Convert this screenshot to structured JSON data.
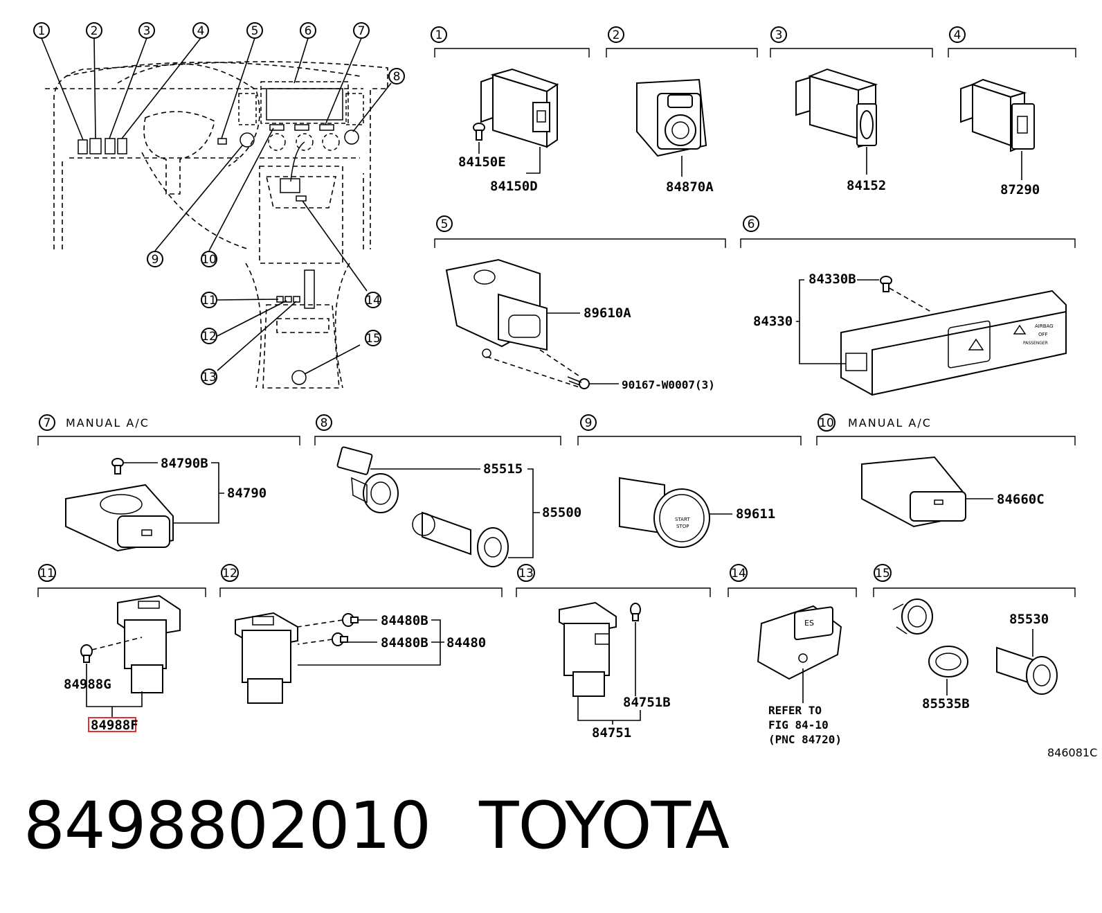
{
  "callouts": [
    "1",
    "2",
    "3",
    "4",
    "5",
    "6",
    "7",
    "8",
    "9",
    "10",
    "11",
    "12",
    "13",
    "14",
    "15"
  ],
  "sections": {
    "s1": {
      "num": "1",
      "parts": [
        "84150E",
        "84150D"
      ]
    },
    "s2": {
      "num": "2",
      "parts": [
        "84870A"
      ]
    },
    "s3": {
      "num": "3",
      "parts": [
        "84152"
      ]
    },
    "s4": {
      "num": "4",
      "parts": [
        "87290"
      ]
    },
    "s5": {
      "num": "5",
      "parts": [
        "89610A",
        "90167-W0007(3)"
      ]
    },
    "s6": {
      "num": "6",
      "parts": [
        "84330B",
        "84330"
      ]
    },
    "s7": {
      "num": "7",
      "label": "MANUAL A/C",
      "parts": [
        "84790B",
        "84790"
      ]
    },
    "s8": {
      "num": "8",
      "parts": [
        "85515",
        "85500"
      ]
    },
    "s9": {
      "num": "9",
      "parts": [
        "89611"
      ]
    },
    "s10": {
      "num": "10",
      "label": "MANUAL A/C",
      "parts": [
        "84660C"
      ]
    },
    "s11": {
      "num": "11",
      "parts": [
        "84988G",
        "84988F"
      ]
    },
    "s12": {
      "num": "12",
      "parts": [
        "84480B",
        "84480B",
        "84480"
      ]
    },
    "s13": {
      "num": "13",
      "parts": [
        "84751B",
        "84751"
      ]
    },
    "s14": {
      "num": "14",
      "note": [
        "REFER TO",
        "FIG 84-10",
        "(PNC 84720)"
      ]
    },
    "s15": {
      "num": "15",
      "parts": [
        "85530",
        "85535B"
      ]
    }
  },
  "switch_texts": {
    "es": "ES",
    "airbag": "AIRBAG",
    "off": "OFF",
    "passenger": "PASSENGER",
    "start": "START",
    "stop": "STOP"
  },
  "figure_code": "846081C",
  "footer": {
    "part_number": "8498802010",
    "brand": "TOYOTA"
  },
  "highlight_color": "#e03030"
}
